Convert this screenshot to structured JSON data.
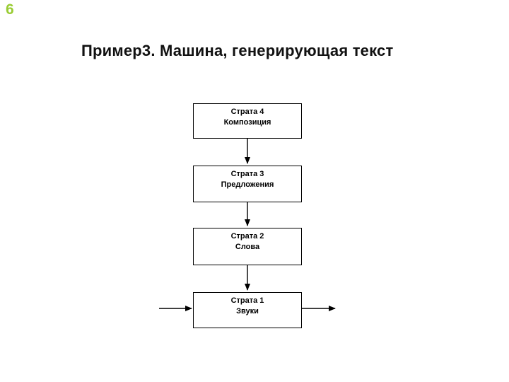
{
  "slide": {
    "page_number": "6",
    "title": "Пример3. Машина, генерирующая текст",
    "page_number_color": "#99cc33",
    "line_color": "#000000"
  },
  "diagram": {
    "type": "flowchart",
    "boxes": [
      {
        "id": "strata4",
        "line1": "Страта 4",
        "line2": "Композиция"
      },
      {
        "id": "strata3",
        "line1": "Страта 3",
        "line2": "Предложения"
      },
      {
        "id": "strata2",
        "line1": "Страта 2",
        "line2": "Слова"
      },
      {
        "id": "strata1",
        "line1": "Страта 1",
        "line2": "Звуки"
      }
    ],
    "connections": [
      {
        "from": "strata4",
        "to": "strata3",
        "direction": "down"
      },
      {
        "from": "strata3",
        "to": "strata2",
        "direction": "down"
      },
      {
        "from": "strata2",
        "to": "strata1",
        "direction": "down"
      },
      {
        "from": "external-input",
        "to": "strata1",
        "direction": "right"
      },
      {
        "from": "strata1",
        "to": "external-output",
        "direction": "right"
      }
    ]
  }
}
